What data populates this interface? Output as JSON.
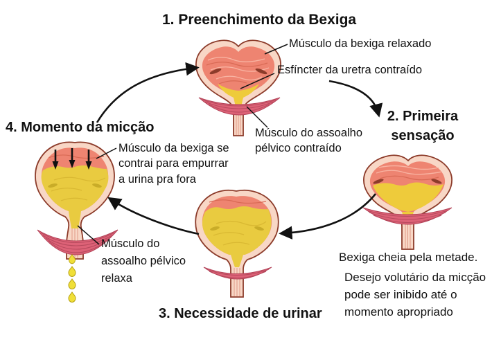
{
  "titles": {
    "stage1": "1. Preenchimento da Bexiga",
    "stage2": "2. Primeira\nsensação",
    "stage3": "3. Necessidade de urinar",
    "stage4": "4. Momento da micção"
  },
  "labels": {
    "bladder_relaxed": "Músculo da bexiga relaxado",
    "sphincter_contracted": "Esfíncter da uretra contraído",
    "pelvic_floor_contracted": "Músculo do assoalho\npélvico contraído",
    "bladder_contracts": "Músculo da bexiga se\ncontrai para empurrar\na urina pra fora",
    "pelvic_floor_relaxes": "Músculo do\nassoalho pélvico\nrelaxa",
    "half_full": "Bexiga cheia pela metade.",
    "voluntary_desire": "Desejo volutário da micção\npode ser inibido até o\nmomento apropriado"
  },
  "colors": {
    "background": "#ffffff",
    "bladder_wall_outer": "#f8d7c6",
    "bladder_muscle_red": "#ee8471",
    "muscle_outline": "#8c3b2a",
    "urine_yellow": "#eecb3b",
    "urine_drop_yellow": "#f0df38",
    "pelvic_muscle_rose": "#dd6277",
    "text": "#111111",
    "arrow": "#111111"
  }
}
